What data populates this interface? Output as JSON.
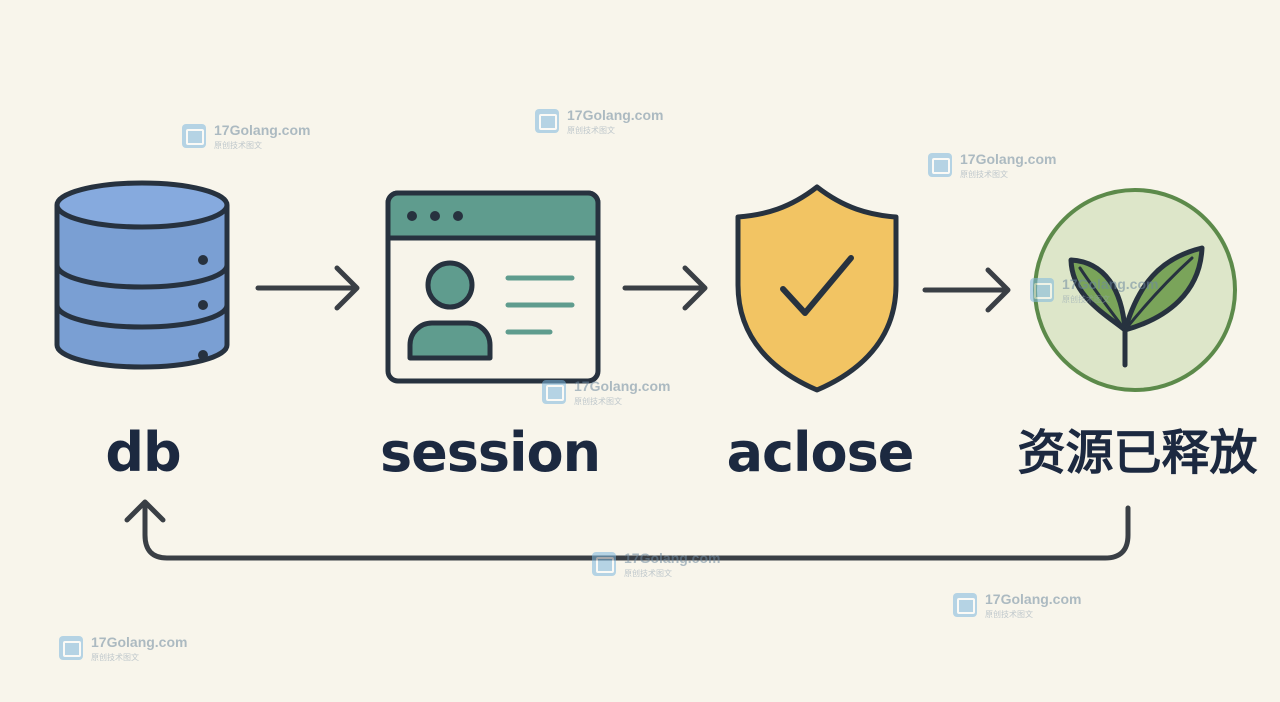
{
  "diagram": {
    "nodes": [
      {
        "id": "db",
        "label": "db",
        "icon": "database-icon"
      },
      {
        "id": "session",
        "label": "session",
        "icon": "user-session-window-icon"
      },
      {
        "id": "aclose",
        "label": "aclose",
        "icon": "shield-check-icon"
      },
      {
        "id": "released",
        "label": "资源已释放",
        "icon": "leaf-sprout-icon"
      }
    ],
    "edges": [
      {
        "from": "db",
        "to": "session"
      },
      {
        "from": "session",
        "to": "aclose"
      },
      {
        "from": "aclose",
        "to": "released"
      },
      {
        "from": "released",
        "to": "db",
        "style": "loop-back"
      }
    ]
  },
  "watermark": {
    "text": "17Golang.com",
    "subtext": "原创技术图文",
    "icon": "watermark-logo-icon"
  },
  "colors": {
    "background": "#f8f5eb",
    "database": "#7a9fd3",
    "session_header": "#5f9c8e",
    "session_avatar": "#5f9c8e",
    "shield": "#f2c463",
    "leaf_circle": "#dde6c9",
    "leaf": "#7aa45a",
    "stroke": "#27323f",
    "text": "#1c2940"
  }
}
